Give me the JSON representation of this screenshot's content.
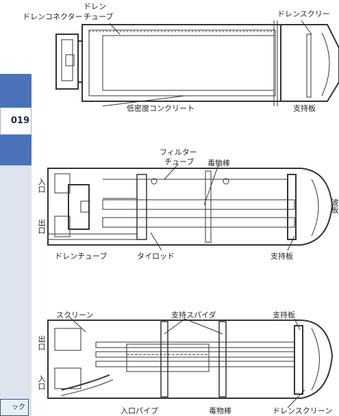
{
  "sidebar": {
    "year": "019",
    "button": "ック",
    "accent": "#4a72b8"
  },
  "figure1": {
    "drain_tube_top": "ドレン",
    "drain_tube_bottom": "チューブ",
    "drain_connector": "ドレンコネクター",
    "drain_screen": "ドレンスクリー",
    "low_density_concrete": "低密度コンクリート",
    "support_plate": "支持板"
  },
  "figure2": {
    "filter_tube_top": "フィルター",
    "filter_tube_bottom": "チューブ",
    "poison_rod": "毒物棒",
    "inlet": "入口",
    "outlet": "出口",
    "drain_tube": "ドレンチューブ",
    "tie_rod": "タイロッド",
    "support_plate": "支持板",
    "spring": "波板"
  },
  "figure3": {
    "screen": "スクリーン",
    "support_spider": "支持スパイダ",
    "support_plate": "支持板",
    "outlet": "出口",
    "inlet": "入口",
    "inlet_pipe": "入口パイプ",
    "poison_rod": "毒物棒",
    "drain_screen": "ドレンスクリーン"
  }
}
